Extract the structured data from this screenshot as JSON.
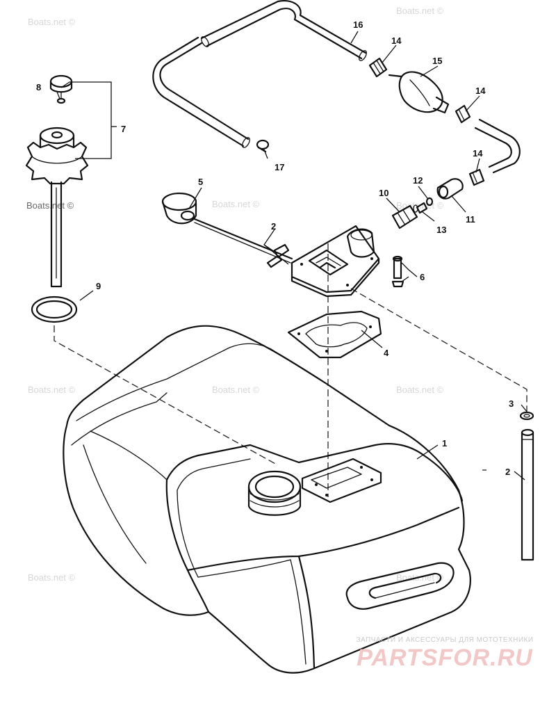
{
  "watermarks": [
    "Boats.net ©",
    "Boats.net ©",
    "Boats.net ©",
    "Boats.net ©",
    "Boats.net ©",
    "Boats.net ©",
    "Boats.net ©",
    "Boats.net ©",
    "Boats.net ©",
    "Boats.net ©"
  ],
  "callouts": {
    "c1": "1",
    "c2a": "2",
    "c2b": "2",
    "c3": "3",
    "c4": "4",
    "c5": "5",
    "c6": "6",
    "c7": "7",
    "c8": "8",
    "c9": "9",
    "c10": "10",
    "c11": "11",
    "c12": "12",
    "c13": "13",
    "c14a": "14",
    "c14b": "14",
    "c14c": "14",
    "c15": "15",
    "c16": "16",
    "c17": "17"
  },
  "brand": {
    "tagline": "ЗАПЧАСТИ И АКСЕССУАРЫ ДЛЯ МОТОТЕХНИКИ",
    "name": "PARTSFOR.RU"
  }
}
